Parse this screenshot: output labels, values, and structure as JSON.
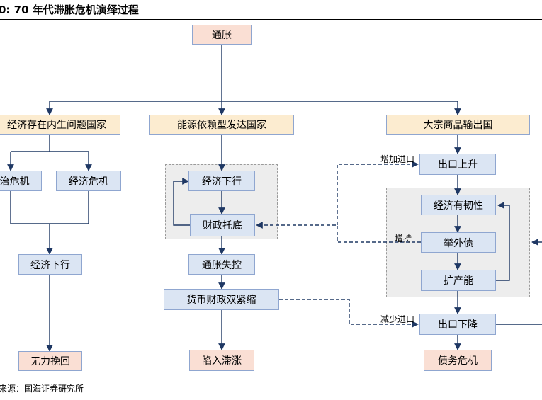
{
  "title": "0:  70 年代滞胀危机演绎过程",
  "source": "来源：国海证券研究所",
  "nodes": {
    "inflation": "通胀",
    "internal_countries": "经济存在内生问题国家",
    "political_crisis": "治危机",
    "economic_crisis": "经济危机",
    "econ_down_left": "经济下行",
    "no_recovery": "无力挽回",
    "energy_countries": "能源依赖型发达国家",
    "econ_down_mid": "经济下行",
    "fiscal_support": "财政托底",
    "inflation_out_of_control": "通胀失控",
    "tightening": "货币财政双紧缩",
    "stagflation": "陷入滞涨",
    "commodity_exporters": "大宗商品输出国",
    "exports_up": "出口上升",
    "econ_resilience": "经济有韧性",
    "borrow_debt": "举外债",
    "expand_capacity": "扩产能",
    "exports_down": "出口下降",
    "debt_crisis": "债务危机"
  },
  "edge_labels": {
    "increase_imports": "增加进口",
    "increase_holding": "增持",
    "reduce_imports": "减少进口"
  },
  "colors": {
    "blue_box": "#dbe5f3",
    "pink_box": "#fadfd4",
    "yellow_box": "#fcecd0",
    "border": "#8fa6d0",
    "arrow": "#1f3864",
    "group_fill": "#ededed"
  }
}
